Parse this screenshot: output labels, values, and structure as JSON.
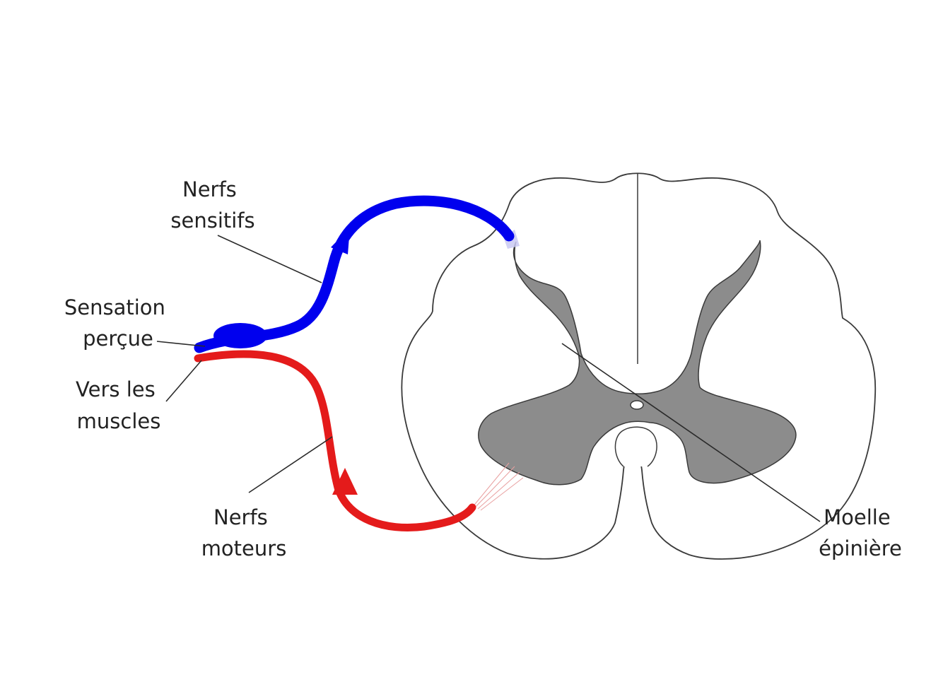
{
  "labels": {
    "sensory_nerves": [
      "Nerfs",
      "sensitifs"
    ],
    "perceived_sensation": [
      "Sensation",
      "perçue"
    ],
    "to_muscles": [
      "Vers les",
      "muscles"
    ],
    "motor_nerves": [
      "Nerfs",
      "moteurs"
    ],
    "spinal_cord": [
      "Moelle",
      "épinière"
    ]
  },
  "colors": {
    "sensory_nerve": "#0000ee",
    "motor_nerve": "#e41b1b",
    "grey_matter": "#8c8c8c",
    "white_matter": "#ffffff",
    "outline": "#3a3a3a"
  }
}
